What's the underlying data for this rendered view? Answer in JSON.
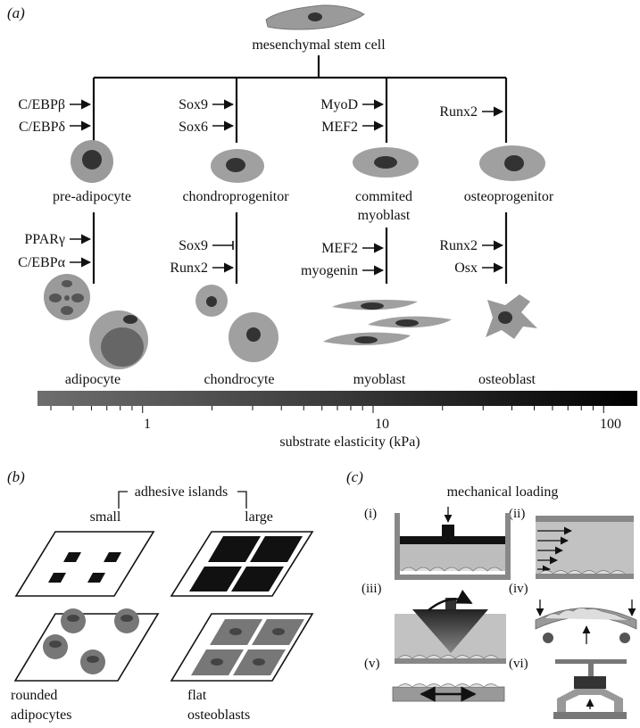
{
  "panel_a": {
    "label": "(a)",
    "root_label": "mesenchymal stem cell",
    "branches": [
      {
        "key": "adipo",
        "factors_top": [
          "C/EBPβ",
          "C/EBPδ"
        ],
        "progenitor": "pre-adipocyte",
        "factors_bottom": [
          "PPARγ",
          "C/EBPα"
        ],
        "final": "adipocyte"
      },
      {
        "key": "chondro",
        "factors_top": [
          "Sox9",
          "Sox6"
        ],
        "progenitor": "chondroprogenitor",
        "factors_bottom": [
          "Sox9",
          "Runx2"
        ],
        "final": "chondrocyte"
      },
      {
        "key": "myo",
        "factors_top": [
          "MyoD",
          "MEF2"
        ],
        "progenitor": [
          "commited",
          "myoblast"
        ],
        "factors_bottom": [
          "MEF2",
          "myogenin"
        ],
        "final": "myoblast"
      },
      {
        "key": "osteo",
        "factors_top": [
          "Runx2"
        ],
        "progenitor": "osteoprogenitor",
        "factors_bottom": [
          "Runx2",
          "Osx"
        ],
        "final": "osteoblast"
      }
    ],
    "scale": {
      "ticks": [
        "1",
        "10",
        "100"
      ],
      "label": "substrate elasticity (kPa)",
      "range_kpa": [
        0.35,
        140
      ]
    }
  },
  "panel_b": {
    "label": "(b)",
    "title": "adhesive islands",
    "small_label": "small",
    "large_label": "large",
    "left_result": [
      "rounded",
      "adipocytes"
    ],
    "right_result": [
      "flat",
      "osteoblasts"
    ]
  },
  "panel_c": {
    "label": "(c)",
    "title": "mechanical loading",
    "items": [
      "(i)",
      "(ii)",
      "(iii)",
      "(iv)",
      "(v)",
      "(vi)"
    ]
  }
}
